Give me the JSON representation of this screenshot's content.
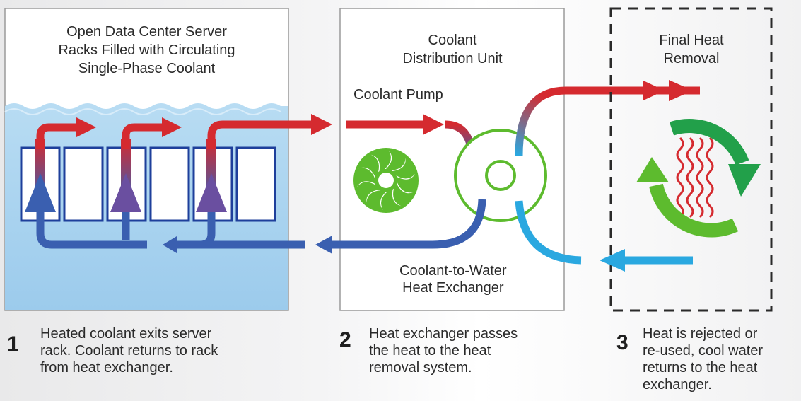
{
  "panels": {
    "server_racks": {
      "title_lines": [
        "Open Data Center Server",
        "Racks Filled with Circulating",
        "Single-Phase Coolant"
      ]
    },
    "cdu": {
      "title_lines": [
        "Coolant",
        "Distribution Unit"
      ]
    },
    "final_heat": {
      "title_lines": [
        "Final Heat",
        "Removal"
      ]
    }
  },
  "labels": {
    "coolant_pump": "Coolant Pump",
    "heat_exchanger_lines": [
      "Coolant-to-Water",
      "Heat Exchanger"
    ]
  },
  "steps": [
    {
      "number": "1",
      "lines": [
        "Heated coolant exits server",
        "rack. Coolant returns to rack",
        "from heat exchanger."
      ]
    },
    {
      "number": "2",
      "lines": [
        "Heat exchanger passes",
        "the heat to the heat",
        "removal system."
      ]
    },
    {
      "number": "3",
      "lines": [
        "Heat is rejected or",
        "re-used, cool water",
        "returns to the heat",
        "exchanger."
      ]
    }
  ],
  "colors": {
    "hot": "#d52a2f",
    "cool": "#3a5fb0",
    "cold_water": "#2aa8e0",
    "green": "#5dbb2e",
    "rack_fill": "#a9d3ef"
  },
  "icons": [
    "fan-icon",
    "heat-exchanger-icon",
    "heat-waves-icon",
    "recycle-arrows-icon"
  ]
}
